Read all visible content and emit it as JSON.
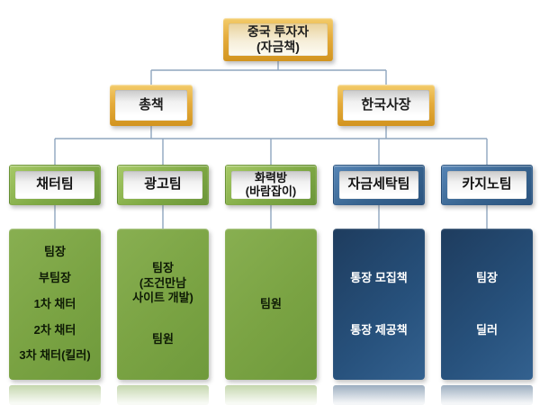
{
  "org_chart": {
    "root": {
      "label": "중국 투자자\n(자금책)"
    },
    "managers": [
      {
        "label": "총책"
      },
      {
        "label": "한국사장"
      }
    ],
    "teams": [
      {
        "label": "채터팀",
        "color": "green",
        "members": [
          "팀장",
          "부팀장",
          "1차 채터",
          "2차 채터",
          "3차 채터(킬러)"
        ]
      },
      {
        "label": "광고팀",
        "color": "green",
        "members": [
          "팀장\n(조건만남\n사이트 개발)",
          "팀원"
        ]
      },
      {
        "label": "화력방\n(바람잡이)",
        "color": "green",
        "members": [
          "팀원"
        ]
      },
      {
        "label": "자금세탁팀",
        "color": "blue",
        "members": [
          "통장 모집책",
          "통장 제공책"
        ]
      },
      {
        "label": "카지노팀",
        "color": "blue",
        "members": [
          "팀장",
          "딜러"
        ]
      }
    ],
    "colors": {
      "gold_node": "#E0A52F",
      "green_node": "#76A03F",
      "blue_node": "#254C74",
      "connector_line": "#8FA5BE"
    }
  }
}
